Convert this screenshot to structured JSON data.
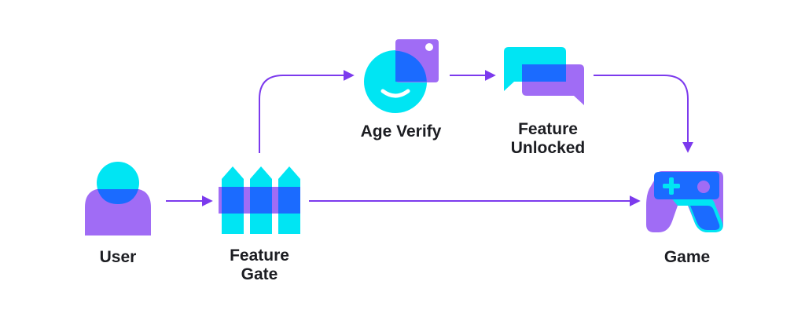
{
  "colors": {
    "cyan": "#00e5f3",
    "purple": "#a06cf5",
    "overlap": "#1b6bff",
    "arrow": "#7c3aed",
    "text": "#1c1d22"
  },
  "nodes": {
    "user": {
      "line1": "User",
      "line2": "",
      "icon": "user-icon"
    },
    "feature_gate": {
      "line1": "Feature",
      "line2": "Gate",
      "icon": "fence-icon"
    },
    "age_verify": {
      "line1": "Age Verify",
      "line2": "",
      "icon": "face-camera-icon"
    },
    "unlocked": {
      "line1": "Feature",
      "line2": "Unlocked",
      "icon": "chat-bubbles-icon"
    },
    "game": {
      "line1": "Game",
      "line2": "",
      "icon": "gamepad-icon"
    }
  },
  "edges": [
    {
      "from": "user",
      "to": "feature_gate"
    },
    {
      "from": "feature_gate",
      "to": "age_verify"
    },
    {
      "from": "age_verify",
      "to": "unlocked"
    },
    {
      "from": "unlocked",
      "to": "game"
    },
    {
      "from": "feature_gate",
      "to": "game"
    }
  ]
}
